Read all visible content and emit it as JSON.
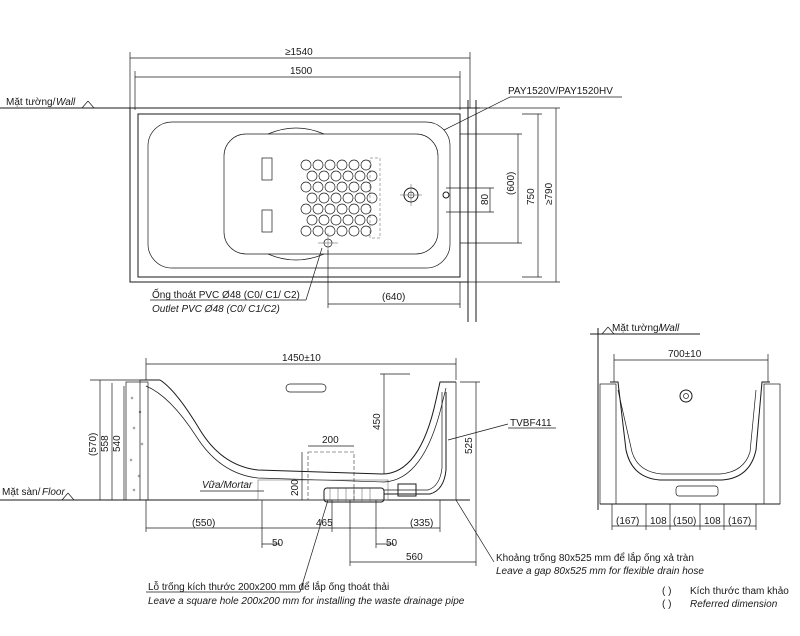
{
  "top_view": {
    "overall_width": "≥1540",
    "tub_width": "1500",
    "model": "PAY1520V/PAY1520HV",
    "depth_inner": "(600)",
    "tub_depth": "750",
    "overall_depth": "≥790",
    "jet_offset": "80",
    "outlet_offset": "(640)",
    "wall_vi": "Mặt tường/",
    "wall_en": "Wall",
    "outlet_vi": "Ống thoát PVC Ø48 (C0/ C1/ C2)",
    "outlet_en": "Outlet PVC Ø48 (C0/ C1/C2)"
  },
  "side_view": {
    "inner_length": "1450±10",
    "height_total": "(570)",
    "height_1": "558",
    "height_2": "540",
    "overflow_height": "450",
    "drain_height": "525",
    "hole_size": "200",
    "hole_depth": "200",
    "trap_model": "TVBF411",
    "floor_vi": "Mặt sàn/",
    "floor_en": "Floor",
    "mortar": "Vữa/Mortar",
    "dim_550": "(550)",
    "dim_465": "465",
    "dim_335": "(335)",
    "dim_50a": "50",
    "dim_50b": "50",
    "dim_560": "560"
  },
  "end_view": {
    "wall_vi": "Mặt tường/",
    "wall_en": "Wall",
    "width": "700±10",
    "dims": [
      "(167)",
      "108",
      "(150)",
      "108",
      "(167)"
    ]
  },
  "notes": {
    "gap_vi": "Khoảng trống 80x525 mm để lắp ống xả tràn",
    "gap_en": "Leave a gap 80x525 mm for flexible drain hose",
    "hole_vi": "Lỗ trống kích thước 200x200 mm để lắp ống thoát thải",
    "hole_en": "Leave a square hole  200x200 mm for installing the waste drainage pipe",
    "legend_vi": "Kích thước tham khảo",
    "legend_en": "Referred dimension",
    "legend_symbol": "(       )"
  }
}
